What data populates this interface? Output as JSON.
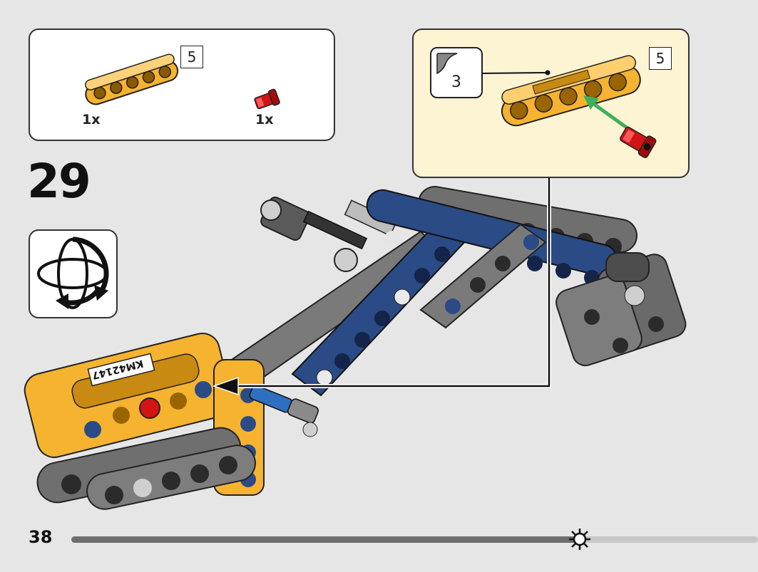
{
  "step": {
    "number": "29"
  },
  "parts_list": {
    "items": [
      {
        "name": "yellow-beam-5",
        "quantity": "1x",
        "length_label": "5",
        "color": "#f6b330"
      },
      {
        "name": "red-pin",
        "quantity": "1x",
        "color": "#d31414"
      }
    ]
  },
  "callout": {
    "subassembly_count": "3",
    "length_label": "5",
    "arrow_color": "#3fae5c"
  },
  "rotate": {
    "icon": "rotate-model-icon"
  },
  "footer": {
    "page_number": "38",
    "progress_fraction": 0.74,
    "marker_icon": "sun-icon"
  },
  "colors": {
    "yellow": "#f6b330",
    "gray": "#6a6a6a",
    "light_gray": "#9a9a9a",
    "blue": "#2a4b86",
    "red": "#d31414",
    "background": "#e6e6e6"
  },
  "model": {
    "sticker_text": "KM42147"
  }
}
